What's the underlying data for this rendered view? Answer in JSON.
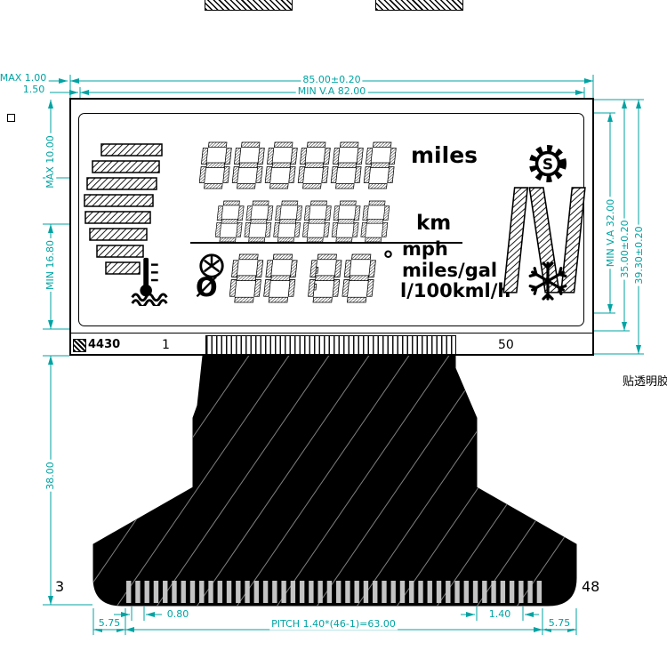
{
  "drawing": {
    "dim_color": "#00A3A3",
    "top": {
      "width_dim": "85.00±0.20",
      "va_width_dim": "MIN V.A 82.00"
    },
    "left": {
      "max_gap": "MAX 1.00",
      "glass_step": "1.50",
      "max_10": "MAX 10.00",
      "min_1680": "MIN 16.80",
      "fpc_length": "38.00"
    },
    "right": {
      "va_height": "MIN V.A 32.00",
      "height_dim": "35.00±0.20",
      "total_height": "39.30±0.20",
      "adhesive_note": "贴透明胶"
    },
    "bottom": {
      "left_margin": "5.75",
      "pin_width": "0.80",
      "pitch": "PITCH 1.40*(46-1)=63.00",
      "pin_pitch": "1.40",
      "right_margin": "5.75",
      "pin_first": "3",
      "pin_last": "48"
    },
    "strip": {
      "logo": "4430",
      "pin_start": "1",
      "pin_end": "50"
    }
  },
  "lcd": {
    "odometer_digits": "888888",
    "trip_digits": "888888",
    "clock_digits": "8888",
    "unit_miles": "miles",
    "unit_km": "km",
    "unit_mph": "mph",
    "unit_miles_gal": "miles/gal",
    "unit_l100": "l/100kml/h",
    "degree": "°",
    "diameter": "Ø",
    "gear": "N"
  }
}
